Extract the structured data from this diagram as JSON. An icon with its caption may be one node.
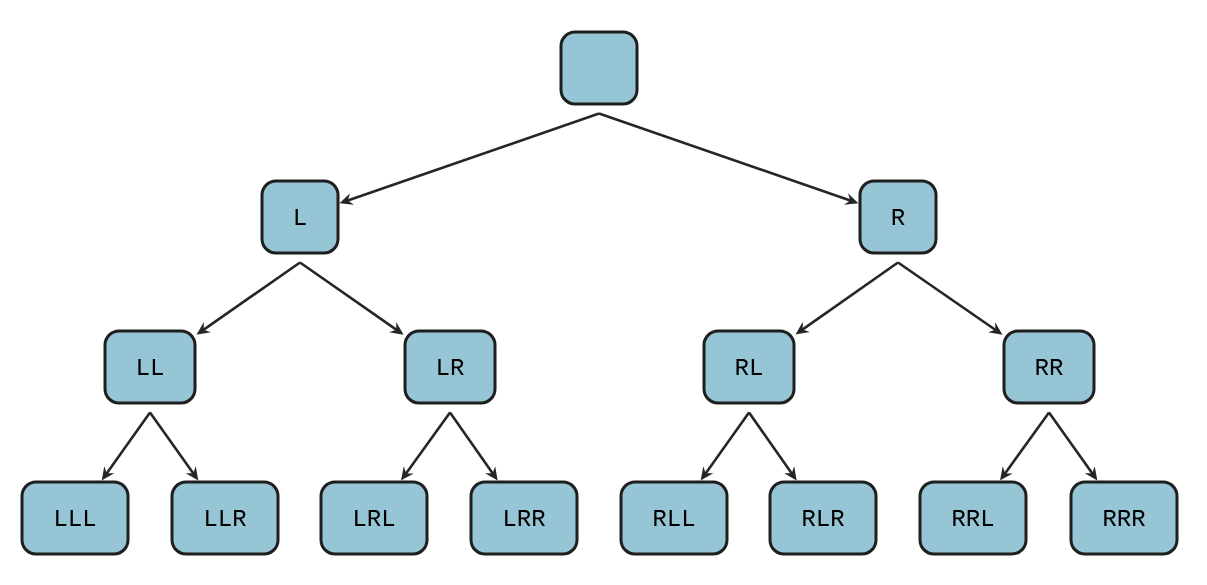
{
  "diagram": {
    "nodes": [
      {
        "text": [],
        "shape": "box"
      },
      {
        "text": [
          "L"
        ]
      },
      {
        "text": [
          "R"
        ]
      },
      {
        "text": [
          "LL"
        ]
      },
      {
        "text": [
          "LR"
        ]
      },
      {
        "text": [
          "RL"
        ]
      },
      {
        "text": [
          "RR"
        ]
      },
      {
        "text": [
          "LLL"
        ]
      },
      {
        "text": [
          "LLR"
        ]
      },
      {
        "text": [
          "LRL"
        ]
      },
      {
        "text": [
          "LRR"
        ]
      },
      {
        "text": [
          "RLL"
        ]
      },
      {
        "text": [
          "RLR"
        ]
      },
      {
        "text": [
          "RRL"
        ]
      },
      {
        "text": [
          "RRR"
        ]
      }
    ],
    "edges": [
      {
        "from": 0,
        "to": 1,
        "arrow": "to"
      },
      {
        "from": 0,
        "to": 2,
        "arrow": "to"
      },
      {
        "from": 1,
        "to": 3,
        "arrow": "to"
      },
      {
        "from": 1,
        "to": 4,
        "arrow": "to"
      },
      {
        "from": 2,
        "to": 5,
        "arrow": "to"
      },
      {
        "from": 2,
        "to": 6,
        "arrow": "to"
      },
      {
        "from": 3,
        "to": 7,
        "arrow": "to"
      },
      {
        "from": 3,
        "to": 8,
        "arrow": "to"
      },
      {
        "from": 4,
        "to": 9,
        "arrow": "to"
      },
      {
        "from": 4,
        "to": 10,
        "arrow": "to"
      },
      {
        "from": 5,
        "to": 11,
        "arrow": "to"
      },
      {
        "from": 5,
        "to": 12,
        "arrow": "to"
      },
      {
        "from": 6,
        "to": 13,
        "arrow": "to"
      },
      {
        "from": 6,
        "to": 14,
        "arrow": "to"
      }
    ]
  }
}
